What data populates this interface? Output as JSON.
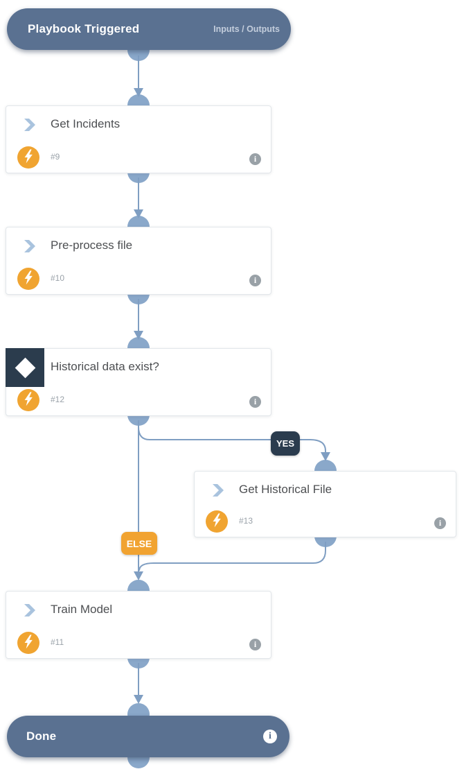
{
  "header": {
    "title": "Playbook Triggered",
    "io_label": "Inputs / Outputs"
  },
  "tasks": [
    {
      "title": "Get Incidents",
      "number": "#9",
      "type": "task"
    },
    {
      "title": "Pre-process file",
      "number": "#10",
      "type": "task"
    },
    {
      "title": "Historical data exist?",
      "number": "#12",
      "type": "condition"
    },
    {
      "title": "Get Historical File",
      "number": "#13",
      "type": "task"
    },
    {
      "title": "Train Model",
      "number": "#11",
      "type": "task"
    }
  ],
  "branch_labels": {
    "yes": "YES",
    "else": "ELSE"
  },
  "footer": {
    "title": "Done"
  },
  "icons": {
    "info": "i"
  },
  "colors": {
    "node_slate": "#5a7191",
    "condition_navy": "#2b3c4d",
    "accent_orange": "#f0a431",
    "connector_line": "#7f9ec2",
    "connector_fill": "#8aa8ca",
    "chevron_blue": "#a9c3de",
    "info_gray": "#99a1a7"
  }
}
